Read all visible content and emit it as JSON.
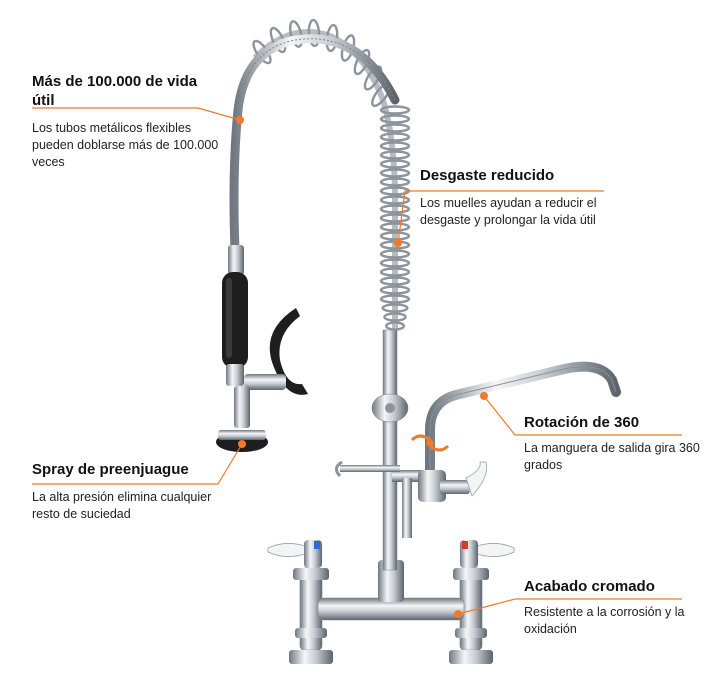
{
  "callouts": {
    "lifespan": {
      "title": "Más de 100.000 de vida útil",
      "desc": "Los tubos metálicos flexibles pueden doblarse más de 100.000 veces"
    },
    "wear": {
      "title": "Desgaste reducido",
      "desc": "Los muelles ayudan a reducir el desgaste y prolongar la vida útil"
    },
    "rotation": {
      "title": "Rotación de 360",
      "desc": "La manguera de salida gira 360 grados"
    },
    "sprayer": {
      "title": "Spray de preenjuague",
      "desc": "La alta presión elimina cualquier resto de suciedad"
    },
    "finish": {
      "title": "Acabado cromado",
      "desc": "Resistente a la corrosión y la oxidación"
    }
  },
  "colors": {
    "accent": "#f07a2a",
    "chrome_light": "#f2f4f6",
    "chrome_dark": "#6f7780",
    "handle_black": "#1e1e1e"
  }
}
